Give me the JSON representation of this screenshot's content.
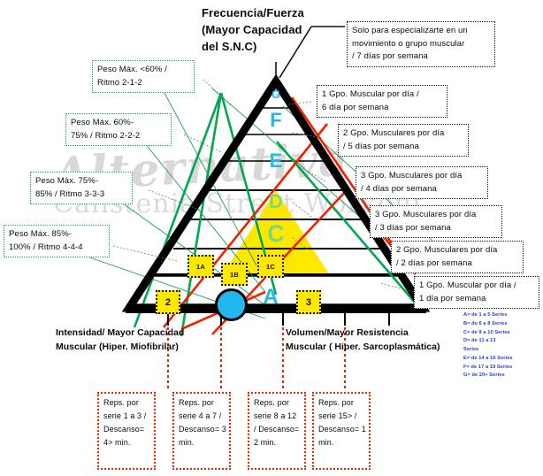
{
  "watermark": {
    "line1": "Alternativa",
    "line2": "Calistenia  Street  Workout"
  },
  "titles": {
    "top": "Frecuencia/Fuerza\n(Mayor Capacidad\ndel S.N.C)",
    "top_lines": [
      "Frecuencia/Fuerza",
      "(Mayor Capacidad",
      "del S.N.C)"
    ],
    "bottom_left_lines": [
      "Intensidad/ Mayor Capacidad",
      "Muscular (Hiper. Miofibrilar)"
    ],
    "bottom_right_lines": [
      "Volumen/Mayor Resistencia",
      "Muscular ( Hiper. Sarcoplasmática)"
    ]
  },
  "top_callout": {
    "lines": [
      "Solo para especializarte en un",
      "movimiento o grupo muscular",
      "/ 7 días por semana"
    ]
  },
  "left_boxes": [
    {
      "id": "peso-1",
      "lines": [
        "Peso  Máx. <60% /",
        "Ritmo 2-1-2"
      ]
    },
    {
      "id": "peso-2",
      "lines": [
        "Peso  Máx. 60%-",
        "75% / Ritmo 2-2-2"
      ]
    },
    {
      "id": "peso-3",
      "lines": [
        "Peso  Máx. 75%-",
        "85% / Ritmo 3-3-3"
      ]
    },
    {
      "id": "peso-4",
      "lines": [
        "Peso  Máx. 85%-",
        "100% / Ritmo 4-4-4"
      ]
    }
  ],
  "right_boxes": [
    {
      "id": "freq-6",
      "lines": [
        "1 Gpo. Muscular por día /",
        "6 día por semana"
      ]
    },
    {
      "id": "freq-5",
      "lines": [
        "2 Gpo. Musculares por día",
        "/ 5 días por semana"
      ]
    },
    {
      "id": "freq-4",
      "lines": [
        "3 Gpo. Musculares por día",
        "/ 4 días por semana"
      ]
    },
    {
      "id": "freq-3",
      "lines": [
        "3 Gpo. Musculares por día",
        "/ 3 días por semana"
      ]
    },
    {
      "id": "freq-2",
      "lines": [
        "2 Gpo. Musculares por día",
        "/ 2 días por semana"
      ]
    },
    {
      "id": "freq-1",
      "lines": [
        "1 Gpo. Muscular por día /",
        "1 día por semana"
      ]
    }
  ],
  "bottom_boxes": [
    {
      "id": "reps-1",
      "lines": [
        "Reps. por",
        "serie 1 a 3 /",
        "Descanso=",
        "4> min."
      ]
    },
    {
      "id": "reps-2",
      "lines": [
        "Reps. por",
        "serie 4 a 7 /",
        "Descanso= 3",
        "min."
      ]
    },
    {
      "id": "reps-3",
      "lines": [
        "Reps. por",
        "serie 8 a 12",
        "/ Descanso=",
        "2 min."
      ]
    },
    {
      "id": "reps-4",
      "lines": [
        "Reps. por",
        "serie 15> /",
        "Descanso= 1",
        "min."
      ]
    }
  ],
  "pyramid_letters": [
    {
      "label": "G",
      "color": "#22b7ef",
      "size": 13
    },
    {
      "label": "F",
      "color": "#22b7ef",
      "size": 22
    },
    {
      "label": "E",
      "color": "#22b7ef",
      "size": 22
    },
    {
      "label": "D",
      "color": "#7bd77b",
      "size": 22
    },
    {
      "label": "C",
      "color": "#7bd77b",
      "size": 26
    },
    {
      "label": "A",
      "color": "#22b7ef",
      "size": 24
    }
  ],
  "tags": [
    {
      "id": "tag-1a",
      "label": "1A"
    },
    {
      "id": "tag-1b",
      "label": "1B"
    },
    {
      "id": "tag-1c",
      "label": "1C"
    },
    {
      "id": "tag-2",
      "label": "2"
    },
    {
      "id": "tag-3",
      "label": "3"
    }
  ],
  "series_legend": {
    "lines": [
      "A= de 1 a  5 Series",
      "B= de 6 a  8 Series",
      "C= de 9 a  10 Series",
      "D= de 11 a  13",
      "Series",
      "E= de 14 a  16 Series",
      "F= de 17 a 19 Series",
      "G= de 20+ Series"
    ]
  },
  "colors": {
    "yellow": "#ffe800",
    "cyan": "#22b7ef",
    "green_letter": "#7bd77b",
    "green_line": "#19a14b",
    "red_line": "#ef2200",
    "legend_blue": "#1f3fd0",
    "outline": "#000000"
  }
}
